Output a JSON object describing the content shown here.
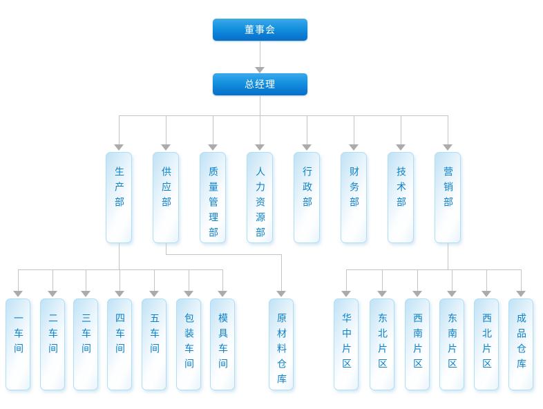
{
  "org": {
    "board": {
      "label": "董事会"
    },
    "general_manager": {
      "label": "总经理"
    },
    "departments": [
      {
        "label": "生产部"
      },
      {
        "label": "供应部"
      },
      {
        "label": "质量管理部"
      },
      {
        "label": "人力资源部"
      },
      {
        "label": "行政部"
      },
      {
        "label": "财务部"
      },
      {
        "label": "技术部"
      },
      {
        "label": "营销部"
      }
    ],
    "production_children": [
      {
        "label": "一车间"
      },
      {
        "label": "二车间"
      },
      {
        "label": "三车间"
      },
      {
        "label": "四车间"
      },
      {
        "label": "五车间"
      },
      {
        "label": "包装车间"
      },
      {
        "label": "模具车间"
      }
    ],
    "supply_children": [
      {
        "label": "原材料仓库"
      }
    ],
    "marketing_children": [
      {
        "label": "华中片区"
      },
      {
        "label": "东北片区"
      },
      {
        "label": "西南片区"
      },
      {
        "label": "东南片区"
      },
      {
        "label": "西北片区"
      },
      {
        "label": "成品仓库"
      }
    ]
  },
  "colors": {
    "primary_node_top": "#3caae9",
    "primary_node_bottom": "#0970c4",
    "primary_node_text": "#ffffff",
    "leaf_node_fill": "#bfe2f6",
    "leaf_node_border": "#aeddf4",
    "leaf_node_text": "#0d80c6",
    "connector_line": "#c3c3c3",
    "connector_arrow": "#ababab",
    "background": "#ffffff"
  }
}
